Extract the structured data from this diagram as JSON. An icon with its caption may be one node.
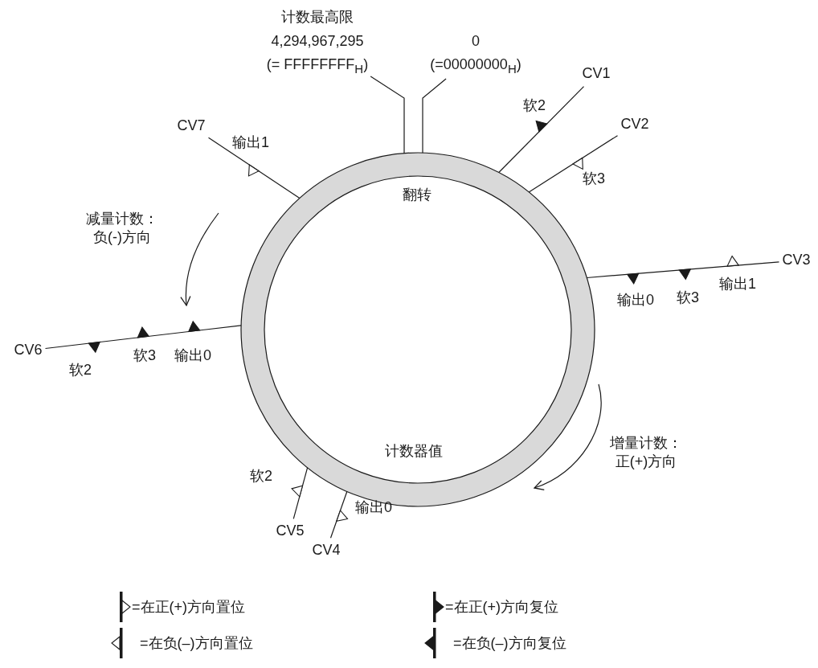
{
  "diagram": {
    "nodes": [
      {
        "text": [
          "计数最高限",
          "4,294,967,295",
          "(= FFFFFFFF$_{H}$)"
        ]
      },
      {
        "text": [
          "0",
          "(=00000000$_{H}$)"
        ]
      },
      {
        "text": [
          "CV1"
        ]
      },
      {
        "text": [
          "CV7"
        ]
      },
      {
        "text": [
          "CV2"
        ]
      },
      {
        "text": [
          "计数器值"
        ]
      },
      {
        "text": [
          "CV3"
        ]
      },
      {
        "text": [
          "CV6"
        ]
      },
      {
        "text": [
          "CV5"
        ]
      },
      {
        "text": [
          "CV4"
        ]
      }
    ],
    "edges": [
      {
        "from": 0,
        "to": 5,
        "arrow": "none"
      },
      {
        "from": 1,
        "to": 5,
        "arrow": "none"
      },
      {
        "from": 2,
        "to": 5,
        "arrow": "none"
      },
      {
        "from": 3,
        "to": 5,
        "arrow": "none"
      },
      {
        "from": 4,
        "to": 5,
        "arrow": "none"
      },
      {
        "from": 6,
        "to": 5,
        "arrow": "none"
      },
      {
        "from": 7,
        "to": 5,
        "arrow": "none"
      },
      {
        "from": 8,
        "to": 5,
        "arrow": "none"
      },
      {
        "from": 9,
        "to": 5,
        "arrow": "none"
      }
    ],
    "labels": [
      "翻转",
      "软2",
      "软3",
      "输出1",
      "减量计数：负(-)方向",
      "输出0",
      "软3",
      "输出1",
      "软2",
      "软3",
      "输出0",
      "增量计数：正(+)方向",
      "软2",
      "输出0"
    ],
    "legend": [
      {
        "text": "=在正(+)方向置位"
      },
      {
        "text": "=在正(+)方向复位"
      },
      {
        "text": "=在负(–)方向置位"
      },
      {
        "text": "=在负(–)方向复位"
      }
    ]
  }
}
